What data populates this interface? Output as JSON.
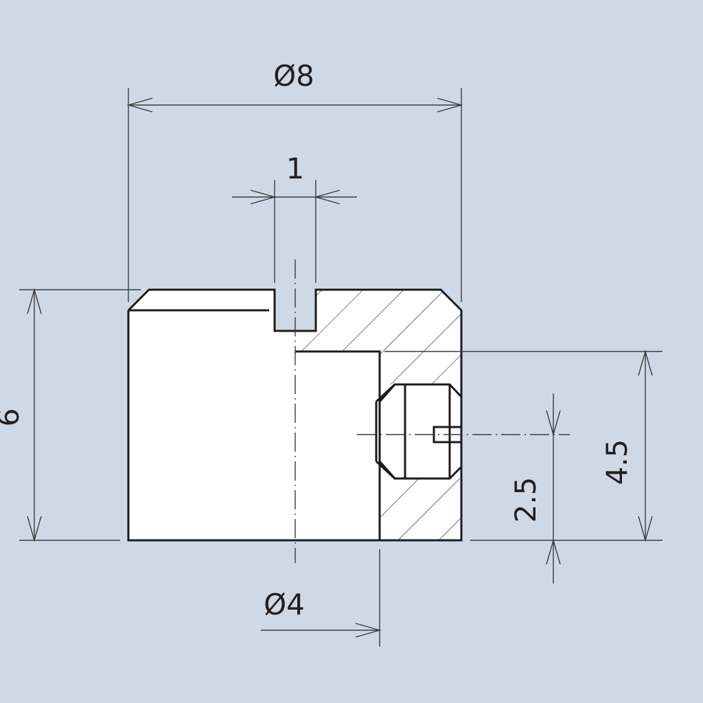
{
  "colors": {
    "background": "#cfd9e6",
    "part_fill": "#ffffff",
    "line": "#1a1a1a"
  },
  "dimensions": {
    "outer_diameter": "Ø8",
    "slot_width": "1",
    "height": "6",
    "bore_diameter": "Ø4",
    "hole_offset": "2.5",
    "bore_depth": "4.5"
  }
}
